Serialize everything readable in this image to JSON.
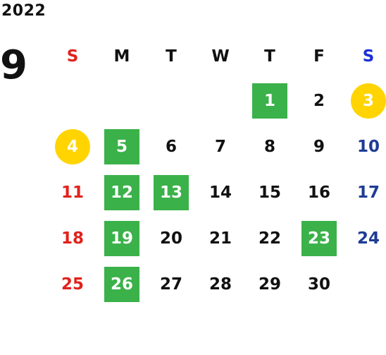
{
  "calendar": {
    "year": "2022",
    "month": "9",
    "weekday_headers": [
      "S",
      "M",
      "T",
      "W",
      "T",
      "F",
      "S"
    ],
    "colors": {
      "sunday": "#e0221c",
      "saturday_header": "#1a2fd6",
      "saturday": "#1e3c96",
      "weekday": "#111111",
      "green_highlight": "#3bb14a",
      "yellow_highlight": "#ffd400"
    },
    "weeks": [
      [
        "",
        "",
        "",
        "",
        "1",
        "2",
        "3"
      ],
      [
        "4",
        "5",
        "6",
        "7",
        "8",
        "9",
        "10"
      ],
      [
        "11",
        "12",
        "13",
        "14",
        "15",
        "16",
        "17"
      ],
      [
        "18",
        "19",
        "20",
        "21",
        "22",
        "23",
        "24"
      ],
      [
        "25",
        "26",
        "27",
        "28",
        "29",
        "30",
        ""
      ]
    ],
    "highlights": {
      "green_square": [
        "1",
        "5",
        "12",
        "13",
        "19",
        "23",
        "26"
      ],
      "yellow_circle": [
        "3",
        "4"
      ]
    }
  }
}
